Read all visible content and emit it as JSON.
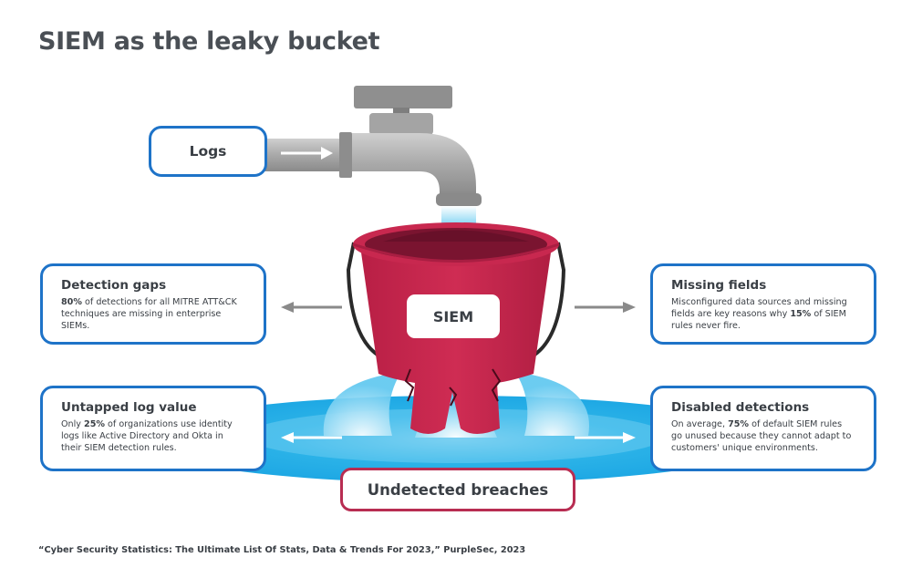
{
  "title": "SIEM as the leaky bucket",
  "logs_label": "Logs",
  "bucket_label": "SIEM",
  "breaches_label": "Undetected breaches",
  "boxes": {
    "detection_gaps": {
      "heading": "Detection gaps",
      "stat": "80%",
      "text": " of detections for all MITRE ATT&CK techniques are missing in enterprise SIEMs."
    },
    "missing_fields": {
      "heading": "Missing fields",
      "text_before": "Misconfigured data sources and missing fields are key reasons why ",
      "stat": "15%",
      "text_after": " of SIEM rules never fire."
    },
    "untapped": {
      "heading": "Untapped log value",
      "text_before": "Only ",
      "stat": "25%",
      "text_after": " of organizations use identity logs like Active Directory and Okta in their SIEM detection rules."
    },
    "disabled": {
      "heading": "Disabled detections",
      "text_before": "On average, ",
      "stat": "75%",
      "text_after": " of default SIEM rules go unused because they cannot adapt to customers' unique environments."
    }
  },
  "source": "“Cyber Security Statistics: The Ultimate List Of Stats, Data & Trends For 2023,” PurpleSec, 2023",
  "colors": {
    "accent_blue": "#1e73c8",
    "bucket_red": "#c8284f",
    "water_blue": "#27b4ea",
    "breach_border": "#b82d52",
    "faucet_gray": "#9a9a9a"
  }
}
